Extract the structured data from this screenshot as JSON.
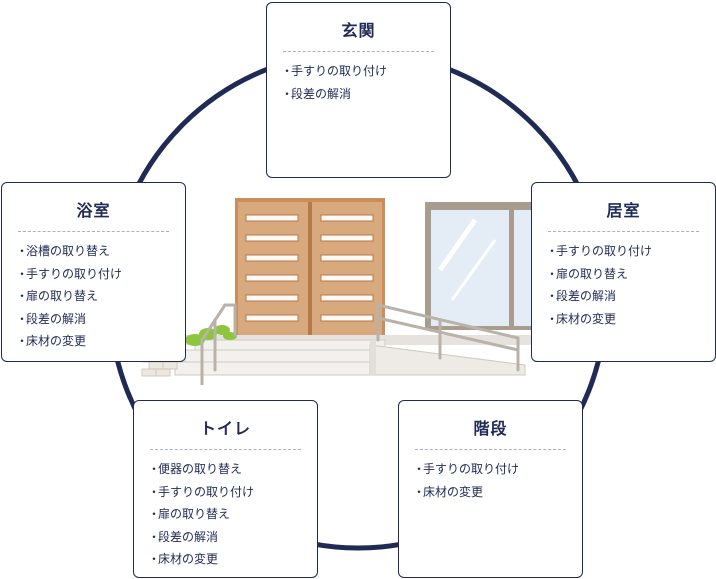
{
  "colors": {
    "navy": "#1f2a55",
    "door_wood": "#d8a97c",
    "door_slat": "#fdfaf6",
    "window_frame": "#a89c8e",
    "glass": "#dfeaf4",
    "step": "#efedea",
    "plant": "#8cc63f"
  },
  "cards": [
    {
      "id": "entrance",
      "title": "玄関",
      "items": [
        "手すりの取り付け",
        "段差の解消"
      ]
    },
    {
      "id": "bathroom",
      "title": "浴室",
      "items": [
        "浴槽の取り替え",
        "手すりの取り付け",
        "扉の取り替え",
        "段差の解消",
        "床材の変更"
      ]
    },
    {
      "id": "living",
      "title": "居室",
      "items": [
        "手すりの取り付け",
        "扉の取り替え",
        "段差の解消",
        "床材の変更"
      ]
    },
    {
      "id": "toilet",
      "title": "トイレ",
      "items": [
        "便器の取り替え",
        "手すりの取り付け",
        "扉の取り替え",
        "段差の解消",
        "床材の変更"
      ]
    },
    {
      "id": "stairs",
      "title": "階段",
      "items": [
        "手すりの取り付け",
        "床材の変更"
      ]
    }
  ],
  "bullet": "・"
}
